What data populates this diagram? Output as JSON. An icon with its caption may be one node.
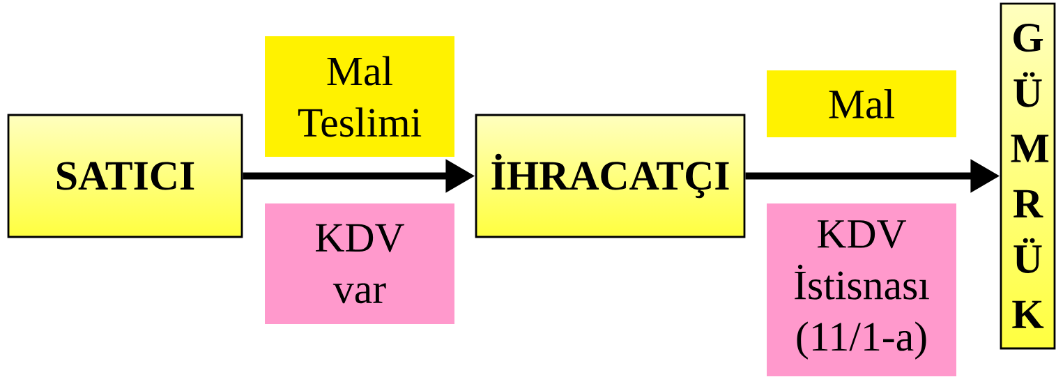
{
  "diagram": {
    "nodes": [
      {
        "text": [
          "SATICI"
        ]
      },
      {
        "text": [
          "Mal Teslimi"
        ]
      },
      {
        "text": [
          "KDV var"
        ]
      },
      {
        "text": [
          "İHRACATÇI"
        ]
      },
      {
        "text": [
          "Mal"
        ]
      },
      {
        "text": [
          "KDV İstisnası (11/1-a)"
        ]
      },
      {
        "text": [
          "G Ü M R Ü K"
        ]
      }
    ],
    "edges": [
      {
        "from": 0,
        "to": 3,
        "arrow": "to"
      },
      {
        "from": 3,
        "to": 6,
        "arrow": "to"
      }
    ]
  }
}
